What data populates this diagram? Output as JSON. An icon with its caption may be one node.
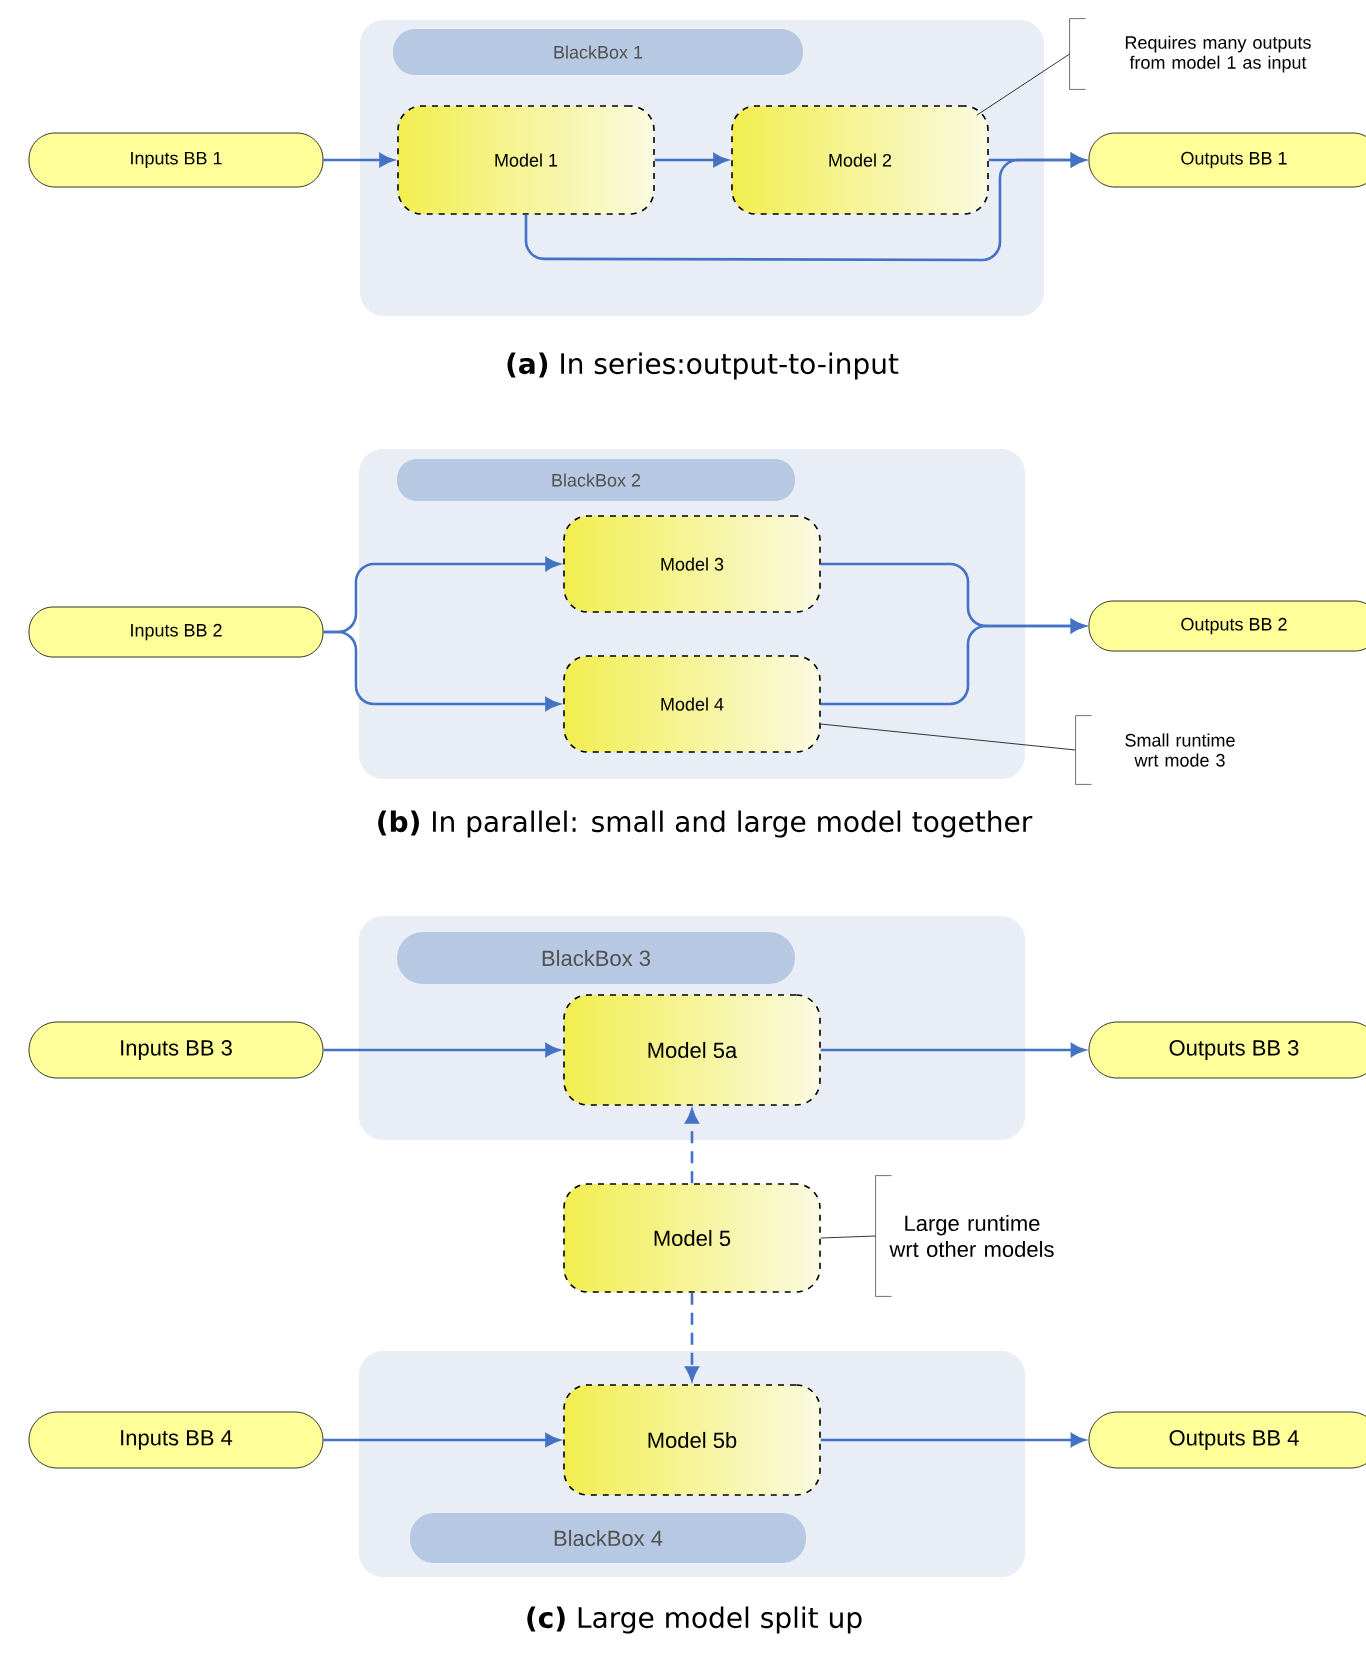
{
  "diagram": {
    "nodes": [
      {
        "text": [
          "BlackBox 1"
        ]
      },
      {
        "text": [
          "Inputs  BB 1"
        ]
      },
      {
        "text": [
          "Model 1"
        ],
        "in": 0
      },
      {
        "text": [
          "Model 2"
        ],
        "in": 0
      },
      {
        "text": [
          "Requires many outputs from model 1 as input"
        ]
      },
      {
        "text": [
          "Outputs  BB 1"
        ]
      },
      {
        "text": [
          "BlackBox 2"
        ]
      },
      {
        "text": [
          "Inputs  BB 2"
        ]
      },
      {
        "text": [
          "Model 3"
        ],
        "in": 6
      },
      {
        "text": [
          "Model 4"
        ],
        "in": 6
      },
      {
        "text": [
          "Outputs  BB 2"
        ]
      },
      {
        "text": [
          "Small runtime wrt mode 3"
        ]
      },
      {
        "text": [
          "BlackBox 3"
        ]
      },
      {
        "text": [
          "Inputs  BB 3"
        ]
      },
      {
        "text": [
          "Model 5a"
        ],
        "in": 12
      },
      {
        "text": [
          "Outputs  BB 3"
        ]
      },
      {
        "text": [
          "Model 5"
        ]
      },
      {
        "text": [
          "Large runtime wrt other models"
        ]
      },
      {
        "text": [
          "BlackBox 4"
        ]
      },
      {
        "text": [
          "Inputs  BB 4"
        ]
      },
      {
        "text": [
          "Model 5b"
        ],
        "in": 18
      },
      {
        "text": [
          "Outputs  BB 4"
        ]
      }
    ],
    "edges": [
      {
        "from": 1,
        "to": 2,
        "arrow": "to"
      },
      {
        "from": 2,
        "to": 3,
        "arrow": "to"
      },
      {
        "from": 3,
        "to": 5,
        "arrow": "to"
      },
      {
        "from": 2,
        "to": 5,
        "arrow": "to"
      },
      {
        "from": 4,
        "to": 3,
        "arrow": "none",
        "color": "#333333"
      },
      {
        "from": 7,
        "to": 8,
        "arrow": "to"
      },
      {
        "from": 7,
        "to": 9,
        "arrow": "to"
      },
      {
        "from": 8,
        "to": 10,
        "arrow": "to"
      },
      {
        "from": 9,
        "to": 10,
        "arrow": "to"
      },
      {
        "from": 11,
        "to": 9,
        "arrow": "none",
        "color": "#333333"
      },
      {
        "from": 13,
        "to": 14,
        "arrow": "to"
      },
      {
        "from": 14,
        "to": 15,
        "arrow": "to"
      },
      {
        "from": 16,
        "to": 14,
        "arrow": "to",
        "style": "dashed"
      },
      {
        "from": 17,
        "to": 16,
        "arrow": "none",
        "color": "#333333"
      },
      {
        "from": 16,
        "to": 20,
        "arrow": "to",
        "style": "dashed"
      },
      {
        "from": 19,
        "to": 20,
        "arrow": "to"
      },
      {
        "from": 20,
        "to": 21,
        "arrow": "to"
      }
    ],
    "labels": [
      "**(a)** In series:output-to-input",
      "**(b)** In parallel: small and large model together",
      "**(c)** Large model split up"
    ]
  }
}
